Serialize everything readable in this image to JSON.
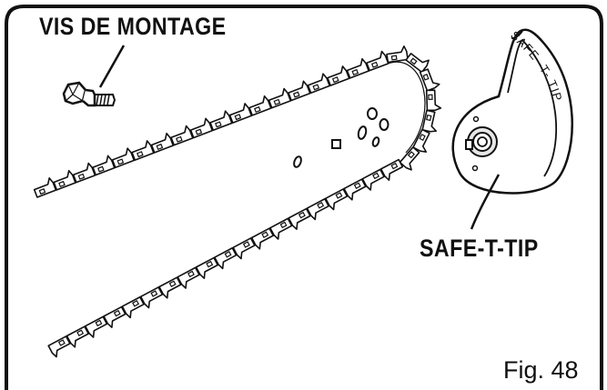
{
  "labels": {
    "mounting_screw": "VIS DE MONTAGE",
    "safe_t_tip": "SAFE-T-TIP",
    "tip_guard_imprint": "SAFE -T- TIP",
    "figure_number": "Fig. 48"
  },
  "colors": {
    "line": "#111111",
    "background": "#ffffff",
    "hub": "#e6e6e6"
  }
}
